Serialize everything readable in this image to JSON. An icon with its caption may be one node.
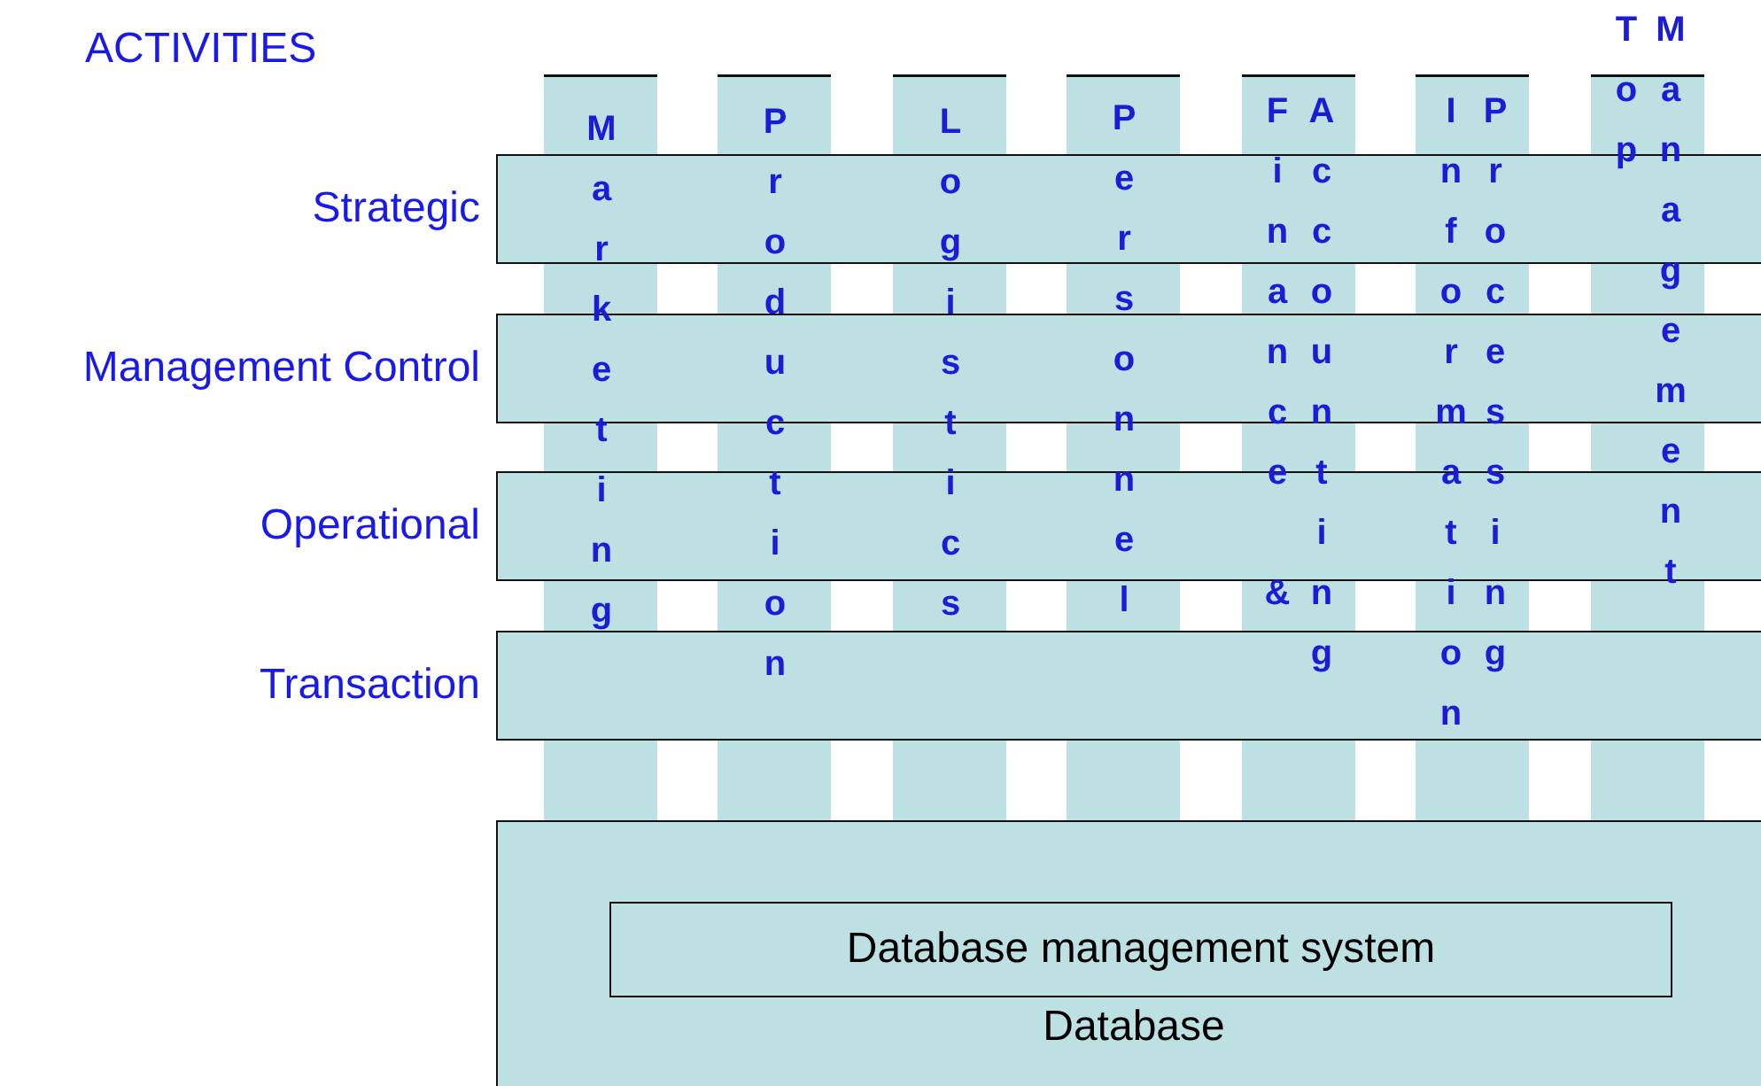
{
  "diagram": {
    "nodes": [
      {
        "text": [
          "Strategic"
        ]
      },
      {
        "text": [
          "Management Control"
        ]
      },
      {
        "text": [
          "Operational"
        ]
      },
      {
        "text": [
          "Transaction"
        ]
      },
      {
        "text": [
          "Marketing"
        ]
      },
      {
        "text": [
          "Production"
        ]
      },
      {
        "text": [
          "Logistics"
        ]
      },
      {
        "text": [
          "Personnel"
        ]
      },
      {
        "text": [
          "Finance & Accounting"
        ]
      },
      {
        "text": [
          "Information Processing"
        ]
      },
      {
        "text": [
          "Top Management"
        ]
      },
      {
        "text": [
          "Database"
        ]
      },
      {
        "text": [
          "Database management system"
        ],
        "in": 11
      }
    ],
    "labels": [
      "ACTIVITIES"
    ]
  }
}
